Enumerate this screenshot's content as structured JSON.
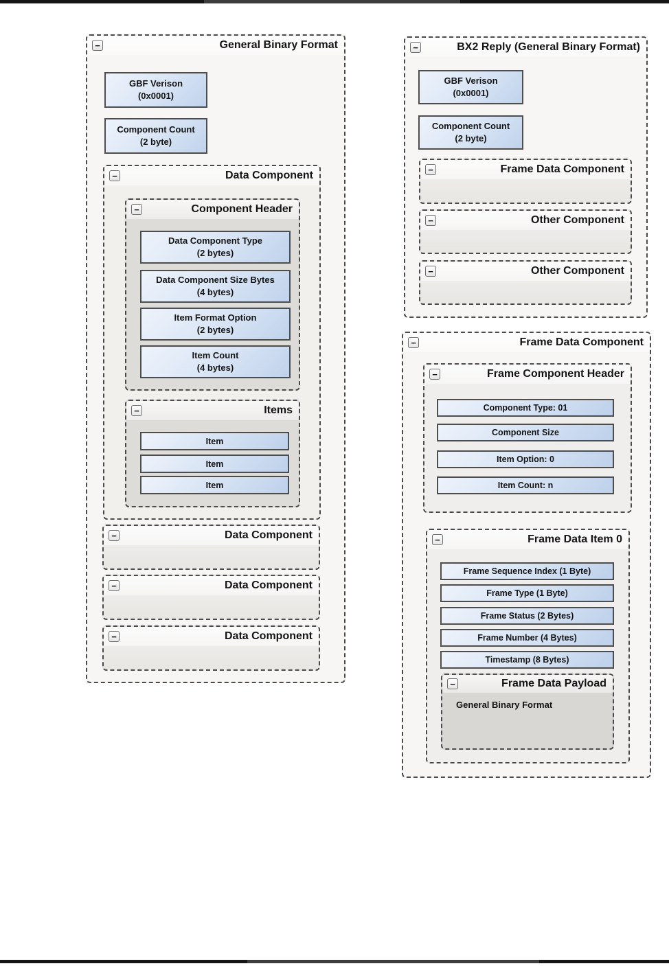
{
  "icons": {
    "collapse": "−"
  },
  "colors": {
    "box_border": "#4d4d4d",
    "box_fill_light": "#eef3fb",
    "box_fill_dark": "#c0d3ec",
    "dashed_border": "#4a4a4a",
    "page_rule": "#161616"
  },
  "gbf": {
    "title": "General Binary Format",
    "version": {
      "line1": "GBF Verison",
      "line2": "(0x0001)"
    },
    "count": {
      "line1": "Component Count",
      "line2": "(2 byte)"
    },
    "data_component": {
      "title": "Data Component",
      "header": {
        "title": "Component Header",
        "fields": [
          {
            "line1": "Data Component Type",
            "line2": "(2 bytes)"
          },
          {
            "line1": "Data Component Size Bytes",
            "line2": "(4 bytes)"
          },
          {
            "line1": "Item Format Option",
            "line2": "(2 bytes)"
          },
          {
            "line1": "Item Count",
            "line2": "(4 bytes)"
          }
        ]
      },
      "items": {
        "title": "Items",
        "rows": [
          "Item",
          "Item",
          "Item"
        ]
      }
    },
    "empty_components": [
      "Data Component",
      "Data Component",
      "Data Component"
    ]
  },
  "bx2": {
    "title": "BX2 Reply (General Binary Format)",
    "version": {
      "line1": "GBF Verison",
      "line2": "(0x0001)"
    },
    "count": {
      "line1": "Component Count",
      "line2": "(2 byte)"
    },
    "children": [
      "Frame Data Component",
      "Other Component",
      "Other Component"
    ]
  },
  "frame": {
    "title": "Frame Data Component",
    "header": {
      "title": "Frame Component Header",
      "fields": [
        "Component Type: 01",
        "Component Size",
        "Item Option: 0",
        "Item Count: n"
      ]
    },
    "item0": {
      "title": "Frame Data Item 0",
      "fields": [
        "Frame Sequence Index (1 Byte)",
        "Frame Type (1 Byte)",
        "Frame Status (2 Bytes)",
        "Frame Number (4 Bytes)",
        "Timestamp (8 Bytes)"
      ],
      "payload": {
        "title": "Frame Data Payload",
        "content": "General Binary Format"
      }
    }
  }
}
